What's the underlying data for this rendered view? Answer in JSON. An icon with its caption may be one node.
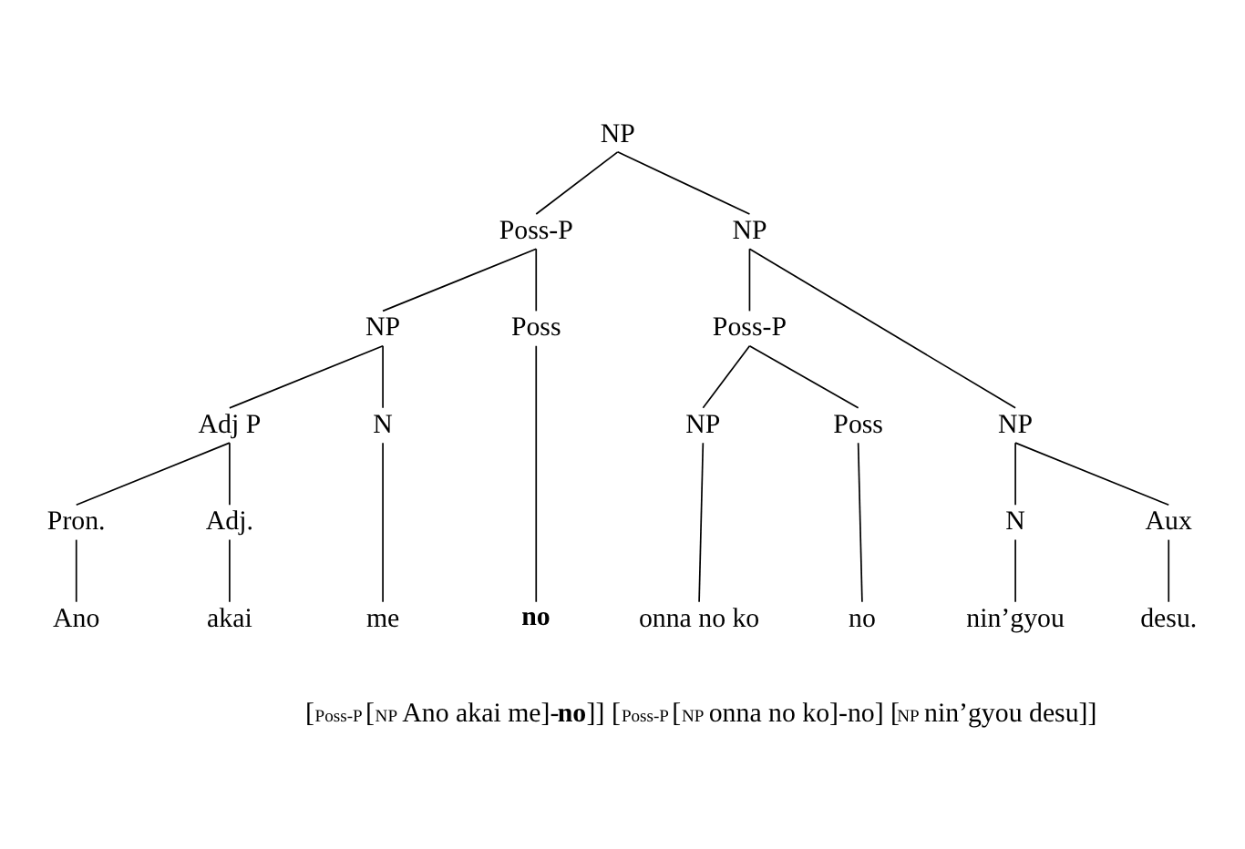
{
  "diagram": {
    "nodes": [
      {
        "text": [
          "NP"
        ]
      },
      {
        "text": [
          "Poss-P"
        ]
      },
      {
        "text": [
          "NP"
        ]
      },
      {
        "text": [
          "NP"
        ]
      },
      {
        "text": [
          "Poss"
        ]
      },
      {
        "text": [
          "Poss-P"
        ]
      },
      {
        "text": [
          "NP"
        ]
      },
      {
        "text": [
          "Adj P"
        ]
      },
      {
        "text": [
          "N"
        ]
      },
      {
        "text": [
          "NP"
        ]
      },
      {
        "text": [
          "Poss"
        ]
      },
      {
        "text": [
          "Pron."
        ]
      },
      {
        "text": [
          "Adj."
        ]
      },
      {
        "text": [
          "N"
        ]
      },
      {
        "text": [
          "Aux"
        ]
      },
      {
        "text": [
          "Ano"
        ]
      },
      {
        "text": [
          "akai"
        ]
      },
      {
        "text": [
          "me"
        ]
      },
      {
        "text": [
          "no"
        ]
      },
      {
        "text": [
          "onna no ko"
        ]
      },
      {
        "text": [
          "no"
        ]
      },
      {
        "text": [
          "nin’gyou"
        ]
      },
      {
        "text": [
          "desu."
        ]
      }
    ],
    "edges": [
      {
        "from": 0,
        "to": 1,
        "arrow": "none"
      },
      {
        "from": 0,
        "to": 2,
        "arrow": "none"
      },
      {
        "from": 1,
        "to": 3,
        "arrow": "none"
      },
      {
        "from": 1,
        "to": 4,
        "arrow": "none"
      },
      {
        "from": 2,
        "to": 5,
        "arrow": "none"
      },
      {
        "from": 2,
        "to": 6,
        "arrow": "none"
      },
      {
        "from": 3,
        "to": 7,
        "arrow": "none"
      },
      {
        "from": 3,
        "to": 8,
        "arrow": "none"
      },
      {
        "from": 5,
        "to": 9,
        "arrow": "none"
      },
      {
        "from": 5,
        "to": 10,
        "arrow": "none"
      },
      {
        "from": 6,
        "to": 13,
        "arrow": "none"
      },
      {
        "from": 6,
        "to": 14,
        "arrow": "none"
      },
      {
        "from": 7,
        "to": 11,
        "arrow": "none"
      },
      {
        "from": 7,
        "to": 12,
        "arrow": "none"
      },
      {
        "from": 11,
        "to": 15,
        "arrow": "none"
      },
      {
        "from": 12,
        "to": 16,
        "arrow": "none"
      },
      {
        "from": 8,
        "to": 17,
        "arrow": "none"
      },
      {
        "from": 4,
        "to": 18,
        "arrow": "none"
      },
      {
        "from": 9,
        "to": 19,
        "arrow": "none"
      },
      {
        "from": 10,
        "to": 20,
        "arrow": "none"
      },
      {
        "from": 13,
        "to": 21,
        "arrow": "none"
      },
      {
        "from": 14,
        "to": 22,
        "arrow": "none"
      }
    ],
    "labels": [
      "[$_{Poss-P}$[$_{NP}$ Ano akai me]-**no**]] [$_{Poss-P}$[$_{NP}$ onna no ko]-no] [$_{NP}$ nin’gyou desu]]"
    ]
  }
}
